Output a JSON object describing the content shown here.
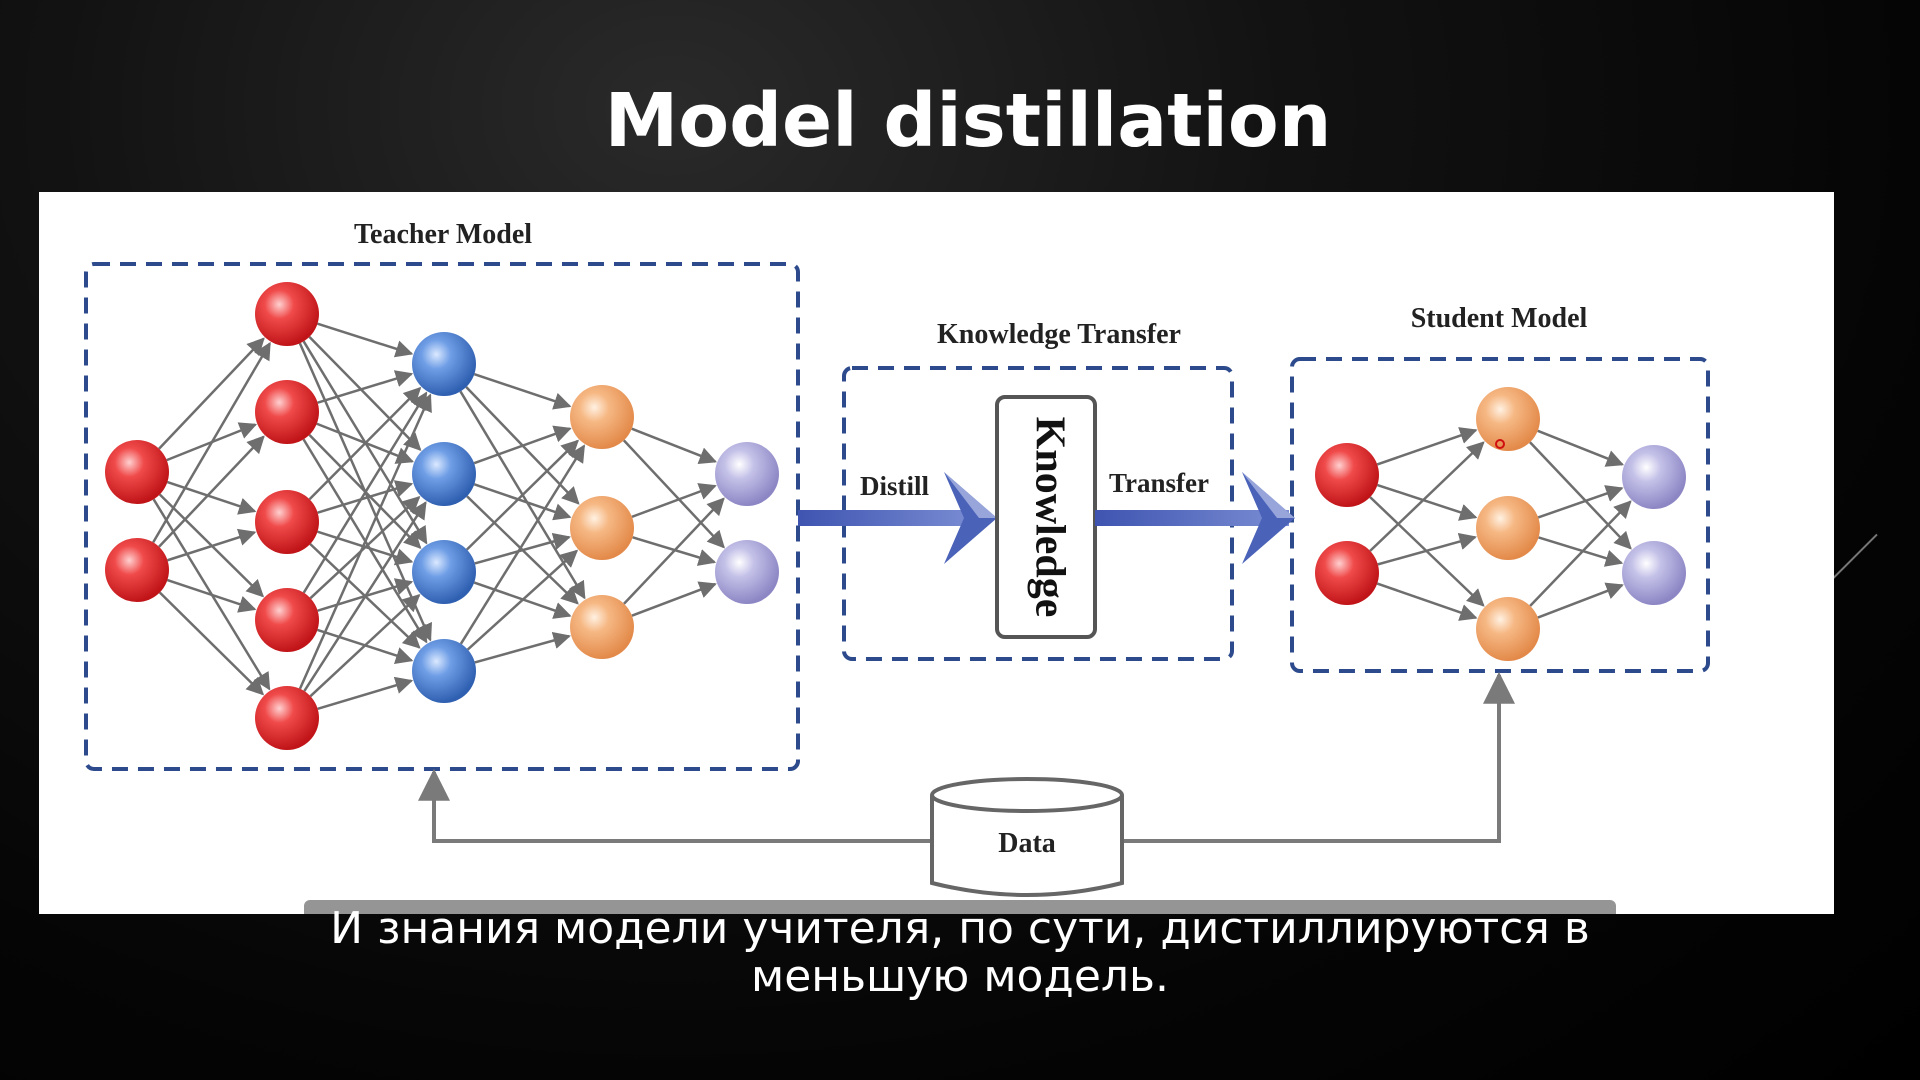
{
  "slide": {
    "title": "Model distillation"
  },
  "diagram": {
    "teacher_label": "Teacher Model",
    "transfer_label": "Knowledge Transfer",
    "student_label": "Student Model",
    "distill_label": "Distill",
    "transfer_arrow_label": "Transfer",
    "knowledge_label": "Knowledge",
    "data_label": "Data"
  },
  "subtitles": {
    "line1": "И знания модели учителя, по сути, дистиллируются в",
    "line2": "меньшую модель."
  },
  "colors": {
    "red": "#e0242b",
    "blue": "#4a7fd0",
    "orange": "#f0a46a",
    "purple": "#a7a3d6",
    "dash": "#2c4a8c",
    "arrow": "#4a62b8"
  }
}
